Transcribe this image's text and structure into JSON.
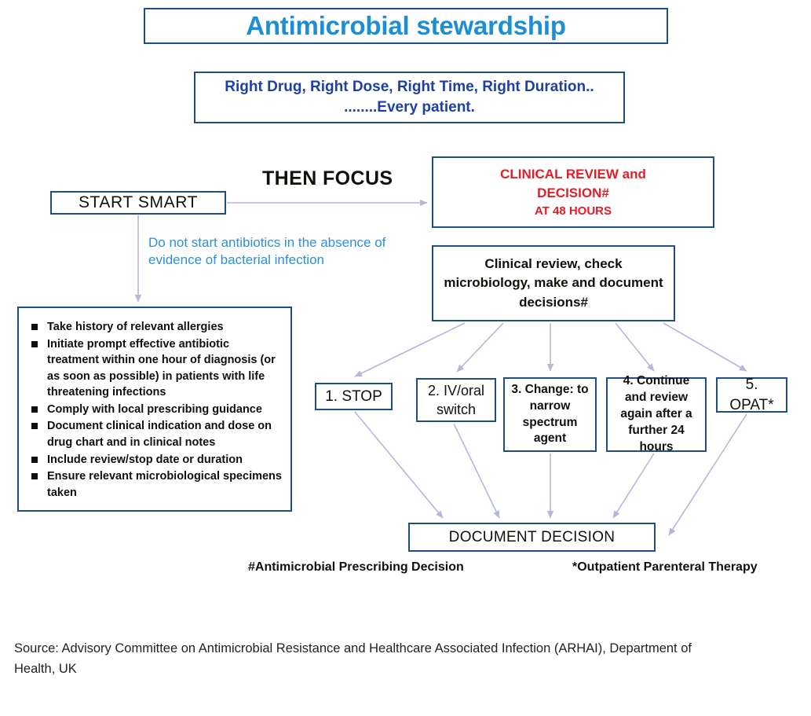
{
  "title": {
    "text": "Antimicrobial stewardship",
    "color": "#1b8ed6"
  },
  "subtitle": {
    "line1": "Right Drug, Right Dose, Right Time, Right Duration..",
    "line2": "........Every patient.",
    "color": "#1f3fa8"
  },
  "flow": {
    "start_smart": "START SMART",
    "then_focus": "THEN FOCUS",
    "caution_note": "Do not start antibiotics in the absence of evidence of bacterial infection",
    "clinical_decision": {
      "line1": "CLINICAL REVIEW and",
      "line2": "DECISION#",
      "line3": "AT 48 HOURS",
      "color": "#e41d25"
    },
    "clinical_review": "Clinical review, check microbiology, make and document decisions#",
    "document_decision": "DOCUMENT DECISION"
  },
  "start_smart_actions": [
    "Take history of relevant allergies",
    "Initiate prompt effective antibiotic treatment within one hour of diagnosis (or as soon as possible) in patients with life threatening infections",
    "Comply with local prescribing guidance",
    "Document clinical indication and dose on drug chart and in clinical notes",
    "Include review/stop date or duration",
    "Ensure relevant microbiological specimens taken"
  ],
  "decision_options": [
    {
      "id": 1,
      "label": "1. STOP"
    },
    {
      "id": 2,
      "label": "2. IV/oral switch"
    },
    {
      "id": 3,
      "label": "3. Change: to narrow spectrum agent"
    },
    {
      "id": 4,
      "label": "4. Continue and review again after a further 24 hours"
    },
    {
      "id": 5,
      "label": "5. OPAT*"
    }
  ],
  "footnotes": {
    "hash": "#Antimicrobial Prescribing Decision",
    "star": "*Outpatient Parenteral Therapy"
  },
  "source": "Source: Advisory Committee on Antimicrobial Resistance and Healthcare Associated Infection (ARHAI), Department of Health, UK",
  "colors": {
    "box_border": "#1f4e87",
    "arrow": "#b3b7dc",
    "title_blue": "#1b8ed6",
    "subtitle_blue": "#1f3fa8",
    "alert_red": "#e41d25",
    "note_blue": "#2e8fd4",
    "text_dark": "#12100b"
  }
}
